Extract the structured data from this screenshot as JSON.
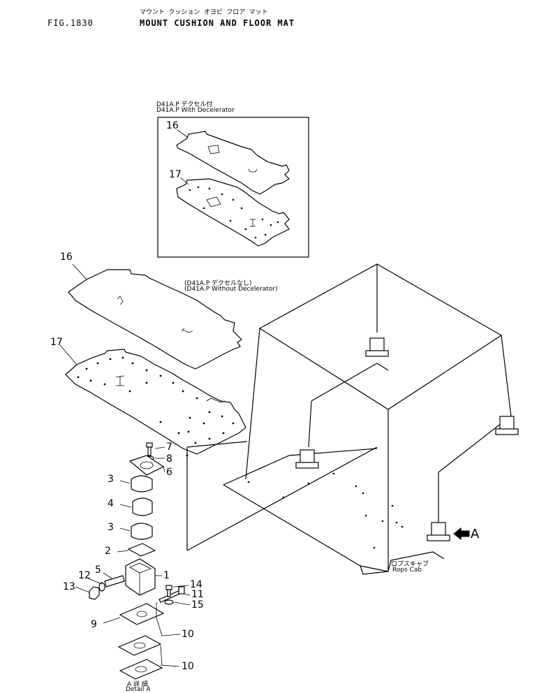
{
  "header": {
    "fig_number": "FIG.1830",
    "title_jp": "マウント クッション オヨビ フロア マット",
    "title_en": "MOUNT CUSHION AND FLOOR MAT"
  },
  "inset": {
    "label_jp": "D41A.P デクセル付",
    "label_en": "D41A.P With Decelerator"
  },
  "main_label": {
    "line1": "(D41A.P デクセルなし)",
    "line2": "(D41A.P Without Decelerator)"
  },
  "cab_label": {
    "jp": "ロプスキャブ",
    "en": "Rops Cab"
  },
  "detail_label": {
    "jp": "A 詳 細",
    "en": "Detail A"
  },
  "arrow_label": "A",
  "part_numbers": {
    "inset_16": "16",
    "inset_17": "17",
    "main_16": "16",
    "main_17": "17",
    "p7": "7",
    "p8": "8",
    "p6": "6",
    "p3a": "3",
    "p4": "4",
    "p3b": "3",
    "p2": "2",
    "p11": "11",
    "p1": "1",
    "p5": "5",
    "p12": "12",
    "p13": "13",
    "p14": "14",
    "p15": "15",
    "p9": "9",
    "p10a": "10",
    "p10b": "10"
  }
}
